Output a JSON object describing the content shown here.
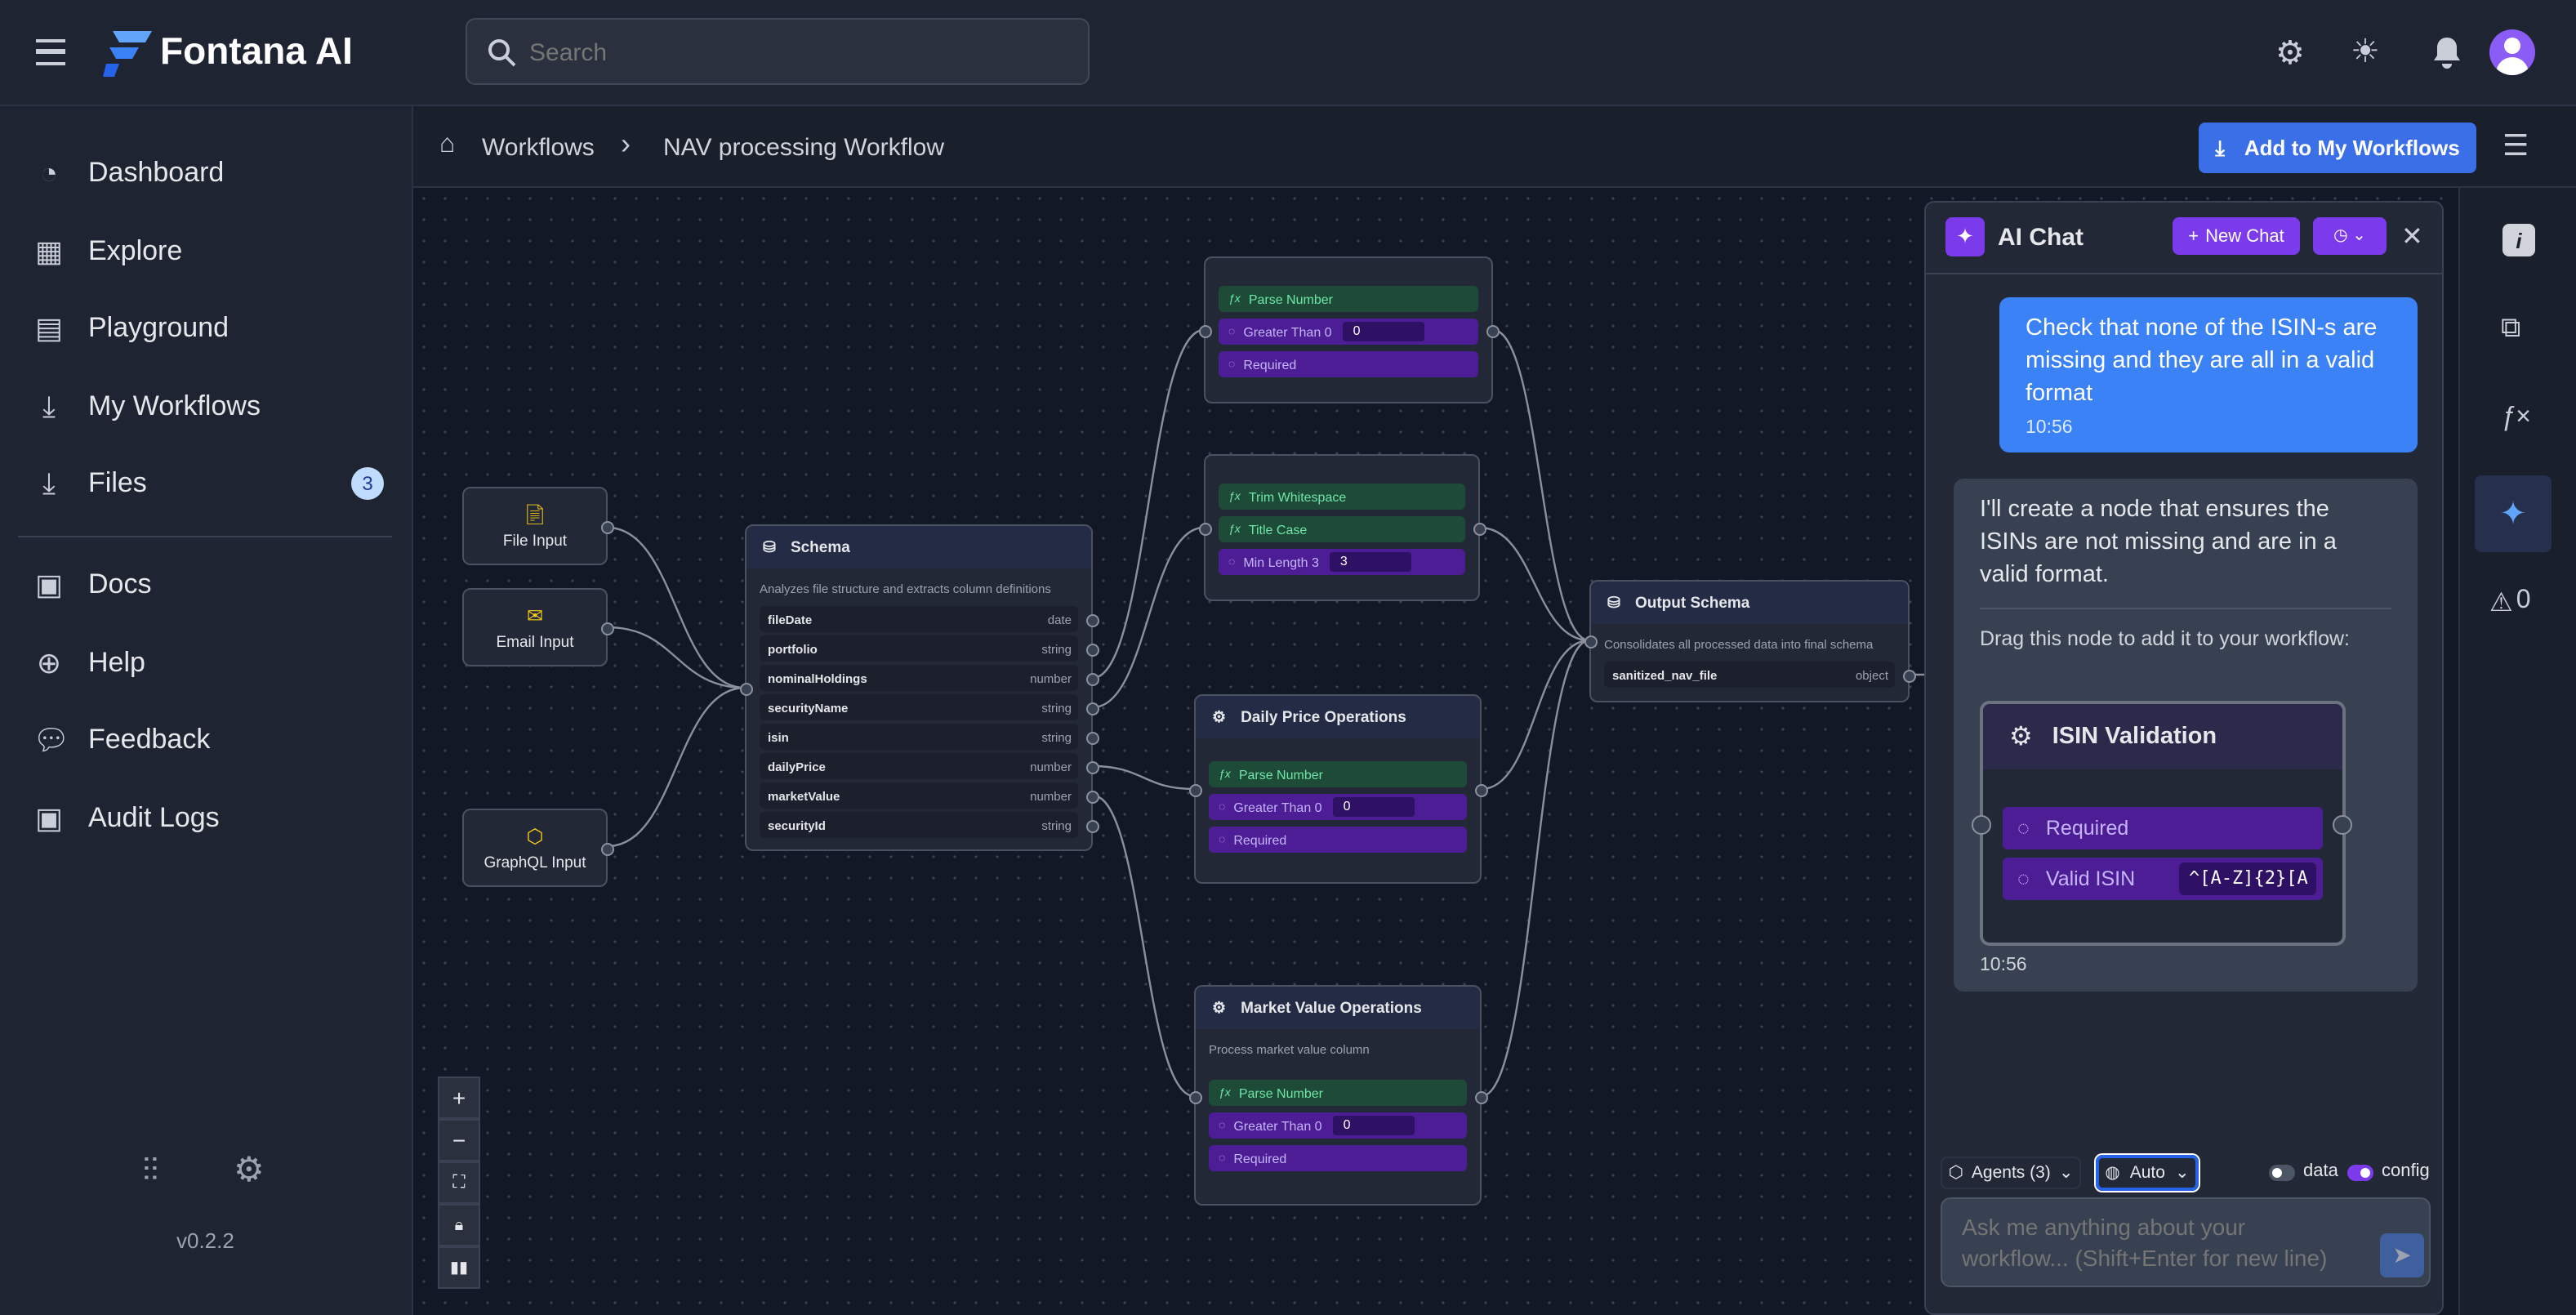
{
  "app": {
    "name": "Fontana AI",
    "version": "v0.2.2",
    "brand_color": "#3b82f6"
  },
  "header": {
    "search_placeholder": "Search"
  },
  "sidebar": {
    "items": [
      {
        "label": "Dashboard",
        "icon": "pie-chart-icon"
      },
      {
        "label": "Explore",
        "icon": "grid-icon"
      },
      {
        "label": "Playground",
        "icon": "playground-icon"
      },
      {
        "label": "My Workflows",
        "icon": "inbox-download-icon"
      },
      {
        "label": "Files",
        "icon": "file-download-icon",
        "badge": "3"
      },
      {
        "label": "Docs",
        "icon": "clipboard-icon"
      },
      {
        "label": "Help",
        "icon": "lifebuoy-icon"
      },
      {
        "label": "Feedback",
        "icon": "chat-bubble-icon"
      },
      {
        "label": "Audit Logs",
        "icon": "clipboard-list-icon"
      }
    ]
  },
  "breadcrumb": {
    "items": [
      "Workflows",
      "NAV processing Workflow"
    ],
    "add_button": "Add to My Workflows"
  },
  "canvas": {
    "inputs": [
      {
        "id": "file",
        "label": "File Input"
      },
      {
        "id": "email",
        "label": "Email Input"
      },
      {
        "id": "graphql",
        "label": "GraphQL Input"
      }
    ],
    "schema": {
      "title": "Schema",
      "description": "Analyzes file structure and extracts column definitions",
      "fields": [
        {
          "name": "fileDate",
          "type": "date"
        },
        {
          "name": "portfolio",
          "type": "string"
        },
        {
          "name": "nominalHoldings",
          "type": "number"
        },
        {
          "name": "securityName",
          "type": "string"
        },
        {
          "name": "isin",
          "type": "string"
        },
        {
          "name": "dailyPrice",
          "type": "number"
        },
        {
          "name": "marketValue",
          "type": "number"
        },
        {
          "name": "securityId",
          "type": "string"
        }
      ]
    },
    "ops": [
      {
        "id": "a",
        "title": "",
        "description": "",
        "ops": [
          {
            "kind": "fn",
            "label": "Parse Number"
          },
          {
            "kind": "val",
            "label": "Greater Than 0",
            "value": "0"
          },
          {
            "kind": "val",
            "label": "Required"
          }
        ]
      },
      {
        "id": "b",
        "title": "",
        "description": "",
        "ops": [
          {
            "kind": "fn",
            "label": "Trim Whitespace"
          },
          {
            "kind": "fn",
            "label": "Title Case"
          },
          {
            "kind": "val",
            "label": "Min Length 3",
            "value": "3"
          }
        ]
      },
      {
        "id": "daily",
        "title": "Daily Price Operations",
        "description": "",
        "ops": [
          {
            "kind": "fn",
            "label": "Parse Number"
          },
          {
            "kind": "val",
            "label": "Greater Than 0",
            "value": "0"
          },
          {
            "kind": "val",
            "label": "Required"
          }
        ]
      },
      {
        "id": "market",
        "title": "Market Value Operations",
        "description": "Process market value column",
        "ops": [
          {
            "kind": "fn",
            "label": "Parse Number"
          },
          {
            "kind": "val",
            "label": "Greater Than 0",
            "value": "0"
          },
          {
            "kind": "val",
            "label": "Required"
          }
        ]
      }
    ],
    "output": {
      "title": "Output Schema",
      "description": "Consolidates all processed data into final schema",
      "field": "sanitized_nav_file",
      "type": "object"
    }
  },
  "chat": {
    "title": "AI Chat",
    "new_chat": "New Chat",
    "user_message": "Check that none of the ISIN-s are missing and they are all in a valid format",
    "user_time": "10:56",
    "ai_message": "I'll create a node that ensures the ISINs are not missing and are in a valid format.",
    "ai_hint": "Drag this node to add it to your workflow:",
    "suggested_node": {
      "title": "ISIN Validation",
      "ops": [
        {
          "label": "Required"
        },
        {
          "label": "Valid ISIN",
          "value": "^[A-Z]{2}[A"
        }
      ]
    },
    "ai_time": "10:56",
    "agents": "Agents (3)",
    "mode": "Auto",
    "toggles": [
      {
        "label": "data",
        "on": false
      },
      {
        "label": "config",
        "on": true
      }
    ],
    "input_placeholder": "Ask me anything about your workflow... (Shift+Enter for new line)"
  },
  "rail": {
    "warnings": "0"
  }
}
